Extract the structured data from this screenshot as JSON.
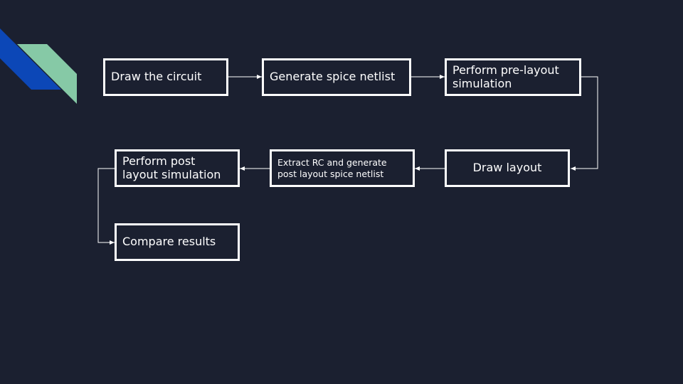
{
  "steps": {
    "draw_circuit": "Draw the circuit",
    "generate_netlist": "Generate spice netlist",
    "pre_layout_sim": "Perform pre-layout\nsimulation",
    "draw_layout": "Draw layout",
    "extract_rc": "Extract RC and generate\npost layout spice netlist",
    "post_layout_sim": "Perform post\nlayout simulation",
    "compare_results": "Compare results"
  },
  "colors": {
    "background": "#1b2030",
    "box_border": "#ffffff",
    "accent_blue": "#0c47b7",
    "accent_green": "#86c9a6"
  }
}
